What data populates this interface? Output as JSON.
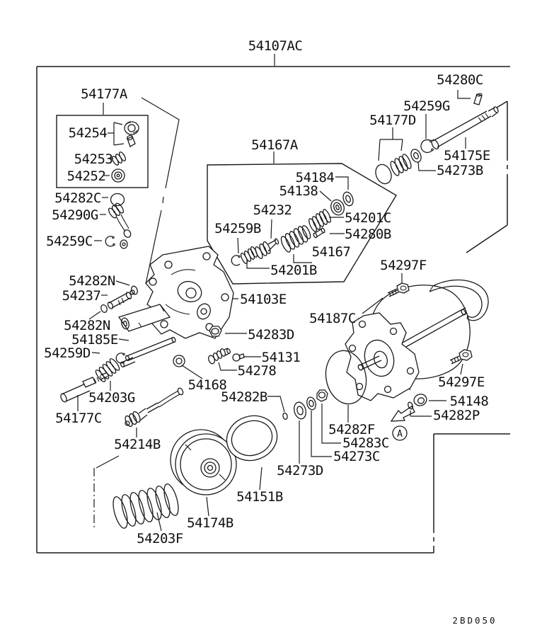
{
  "figure": {
    "drawing_code": "2BD050",
    "view_marker": "A"
  },
  "labels": {
    "p54107AC": "54107AC",
    "p54177A": "54177A",
    "p54254": "54254",
    "p54253": "54253",
    "p54252": "54252",
    "p54282C": "54282C",
    "p54290G": "54290G",
    "p54259C": "54259C",
    "p54282N": "54282N",
    "p54237": "54237",
    "p54185E": "54185E",
    "p54259D": "54259D",
    "p54203G": "54203G",
    "p54177C": "54177C",
    "p54214B": "54214B",
    "p54203F": "54203F",
    "p54174B": "54174B",
    "p54151B": "54151B",
    "p54273D": "54273D",
    "p54167A": "54167A",
    "p54184": "54184",
    "p54138": "54138",
    "p54232": "54232",
    "p54259B": "54259B",
    "p54201C": "54201C",
    "p54280B": "54280B",
    "p54167": "54167",
    "p54201B": "54201B",
    "p54280C": "54280C",
    "p54259G": "54259G",
    "p54177D": "54177D",
    "p54175E": "54175E",
    "p54273B": "54273B",
    "p54103E": "54103E",
    "p54283D": "54283D",
    "p54131": "54131",
    "p54278": "54278",
    "p54168": "54168",
    "p54282B": "54282B",
    "p54297F": "54297F",
    "p54187C": "54187C",
    "p54297E": "54297E",
    "p54148": "54148",
    "p54282P": "54282P",
    "p54282F": "54282F",
    "p54283C": "54283C",
    "p54273C": "54273C"
  }
}
